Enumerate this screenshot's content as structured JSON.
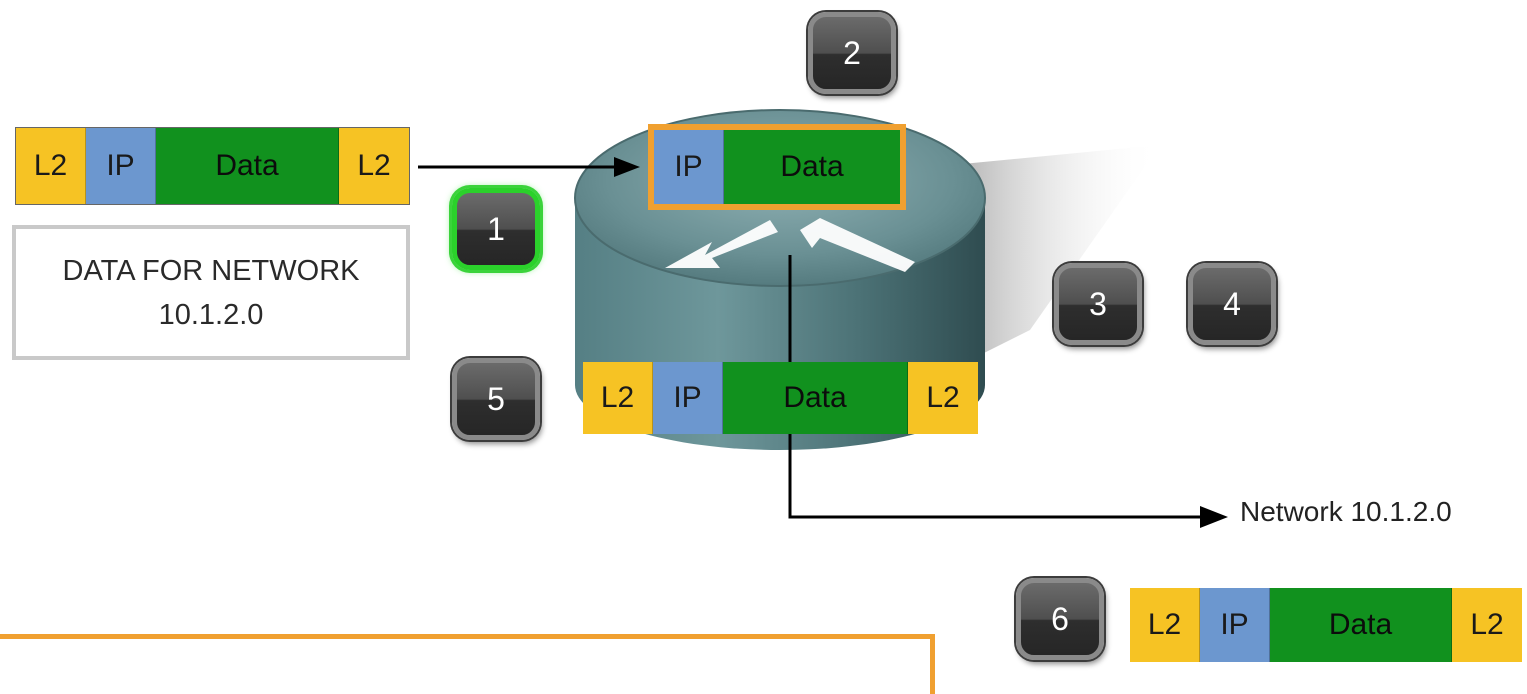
{
  "frame_segments": {
    "l2": "L2",
    "ip": "IP",
    "data": "Data"
  },
  "caption": {
    "line1": "DATA FOR NETWORK",
    "line2": "10.1.2.0"
  },
  "network_label": "Network 10.1.2.0",
  "steps": [
    "1",
    "2",
    "3",
    "4",
    "5",
    "6"
  ],
  "active_step": "1",
  "colors": {
    "l2": "#f6c324",
    "ip": "#6c97cf",
    "data": "#11911e",
    "highlight": "#f0a030",
    "active_step_border": "#2bd12b",
    "router_body": "#4e7478"
  }
}
